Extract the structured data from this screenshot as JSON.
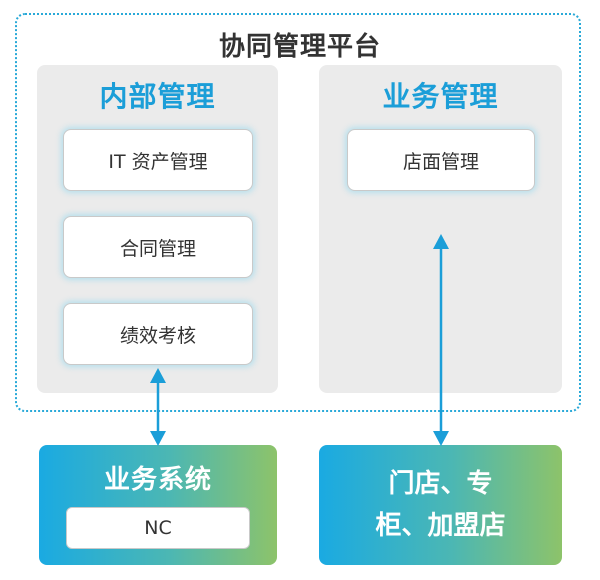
{
  "platform": {
    "title": "协同管理平台"
  },
  "internal": {
    "title": "内部管理",
    "items": [
      "IT 资产管理",
      "合同管理",
      "绩效考核"
    ]
  },
  "business": {
    "title": "业务管理",
    "items": [
      "店面管理"
    ]
  },
  "business_system": {
    "title": "业务系统",
    "sub": "NC"
  },
  "stores": {
    "line1": "门店、专",
    "line2": "柜、加盟店"
  },
  "colors": {
    "accent": "#1b9ed8",
    "border_dotted": "#29a9d8",
    "panel_bg": "#ebebeb",
    "gradient_start": "#1aaae2",
    "gradient_end": "#8dc36a"
  }
}
